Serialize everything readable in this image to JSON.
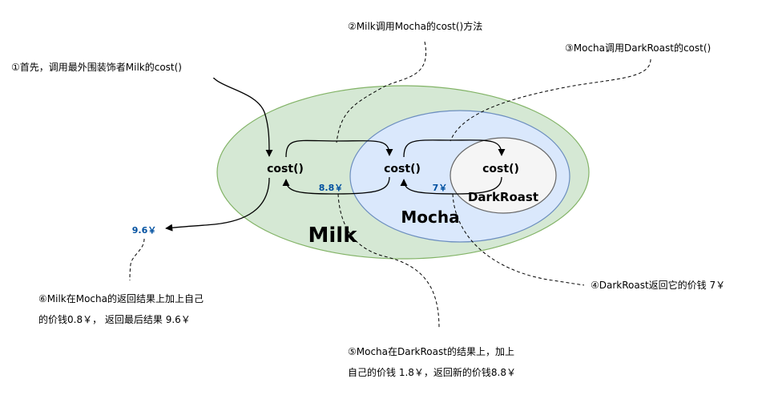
{
  "nodes": {
    "milk": {
      "label": "Milk",
      "method": "cost()",
      "color": "#d5e8d4",
      "stroke": "#82b366"
    },
    "mocha": {
      "label": "Mocha",
      "method": "cost()",
      "color": "#dae8fc",
      "stroke": "#6c8ebf"
    },
    "darkroast": {
      "label": "DarkRoast",
      "method": "cost()",
      "color": "#f5f5f5",
      "stroke": "#666666"
    }
  },
  "prices": {
    "mocha_return": "8.8￥",
    "darkroast_return": "7￥",
    "milk_return": "9.6￥",
    "color": "#0050a0"
  },
  "notes": {
    "step1": "①首先，调用最外围装饰者Milk的cost()",
    "step2": "②Milk调用Mocha的cost()方法",
    "step3": "③Mocha调用DarkRoast的cost()",
    "step4": "④DarkRoast返回它的价钱 7￥",
    "step5_line1": "⑤Mocha在DarkRoast的结果上，加上",
    "step5_line2": "自己的价钱 1.8￥，返回新的价钱8.8￥",
    "step6_line1": "⑥Milk在Mocha的返回结果上加上自己",
    "step6_line2": "的价钱0.8￥， 返回最后结果 9.6￥"
  }
}
